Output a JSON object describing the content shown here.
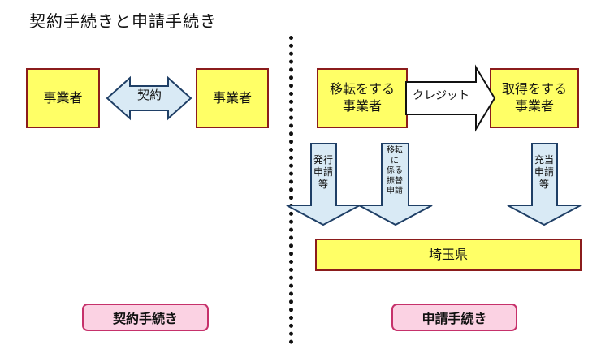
{
  "title": "契約手続きと申請手続き",
  "left": {
    "entity_a": "事業者",
    "contract_label": "契約",
    "entity_b": "事業者",
    "section_label": "契約手続き"
  },
  "right": {
    "transferor_line1": "移転をする",
    "transferor_line2": "事業者",
    "credit_label": "クレジット",
    "acquirer_line1": "取得をする",
    "acquirer_line2": "事業者",
    "arrow1": [
      "発行",
      "申請",
      "等"
    ],
    "arrow2": [
      "移転",
      "に",
      "係る",
      "振替",
      "申請"
    ],
    "arrow3": [
      "充当",
      "申請",
      "等"
    ],
    "prefecture": "埼玉県",
    "section_label": "申請手続き"
  },
  "colors": {
    "box_fill": "#ffff66",
    "box_border": "#8b1c1c",
    "arrow_fill": "#d9eaf5",
    "arrow_stroke": "#1f3f66",
    "pill_fill": "#fbd2e3",
    "pill_border": "#c6316b"
  }
}
